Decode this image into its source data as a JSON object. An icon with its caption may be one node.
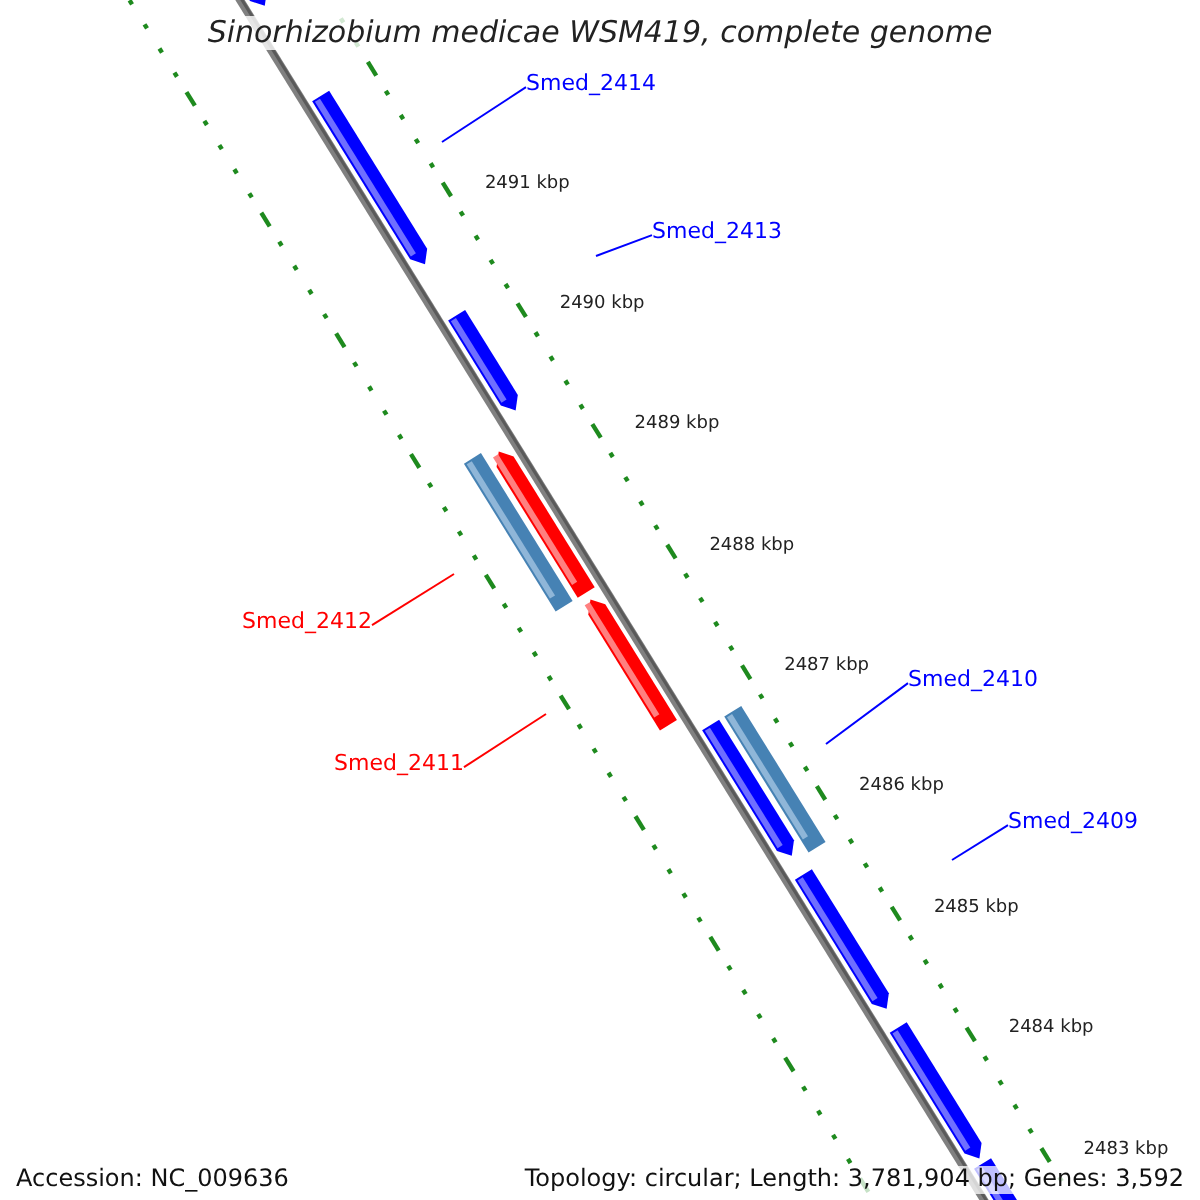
{
  "diagram": {
    "title": "Sinorhizobium medicae WSM419, complete genome",
    "nodes": [
      {
        "text": [
          "Smed_2414"
        ]
      },
      {
        "text": [
          "Smed_2413"
        ]
      },
      {
        "text": [
          "Smed_2412"
        ]
      },
      {
        "text": [
          "Smed_2411"
        ]
      },
      {
        "text": [
          "Smed_2410"
        ]
      },
      {
        "text": [
          "Smed_2409"
        ]
      }
    ],
    "edges": [
      {
        "from": 0,
        "to": null,
        "arrow": "none"
      },
      {
        "from": 1,
        "to": null,
        "arrow": "none"
      },
      {
        "from": 2,
        "to": null,
        "arrow": "none",
        "color": "#ff0000"
      },
      {
        "from": 3,
        "to": null,
        "arrow": "none",
        "color": "#ff0000"
      },
      {
        "from": 4,
        "to": null,
        "arrow": "none"
      },
      {
        "from": 5,
        "to": null,
        "arrow": "none"
      }
    ],
    "labels": [
      "2491 kbp",
      "2490 kbp",
      "2489 kbp",
      "2488 kbp",
      "2487 kbp",
      "2486 kbp",
      "2485 kbp",
      "2484 kbp",
      "2483 kbp",
      "Accession: NC_009636",
      "Topology: circular; Length: 3,781,904 bp; Genes: 3,592"
    ]
  }
}
